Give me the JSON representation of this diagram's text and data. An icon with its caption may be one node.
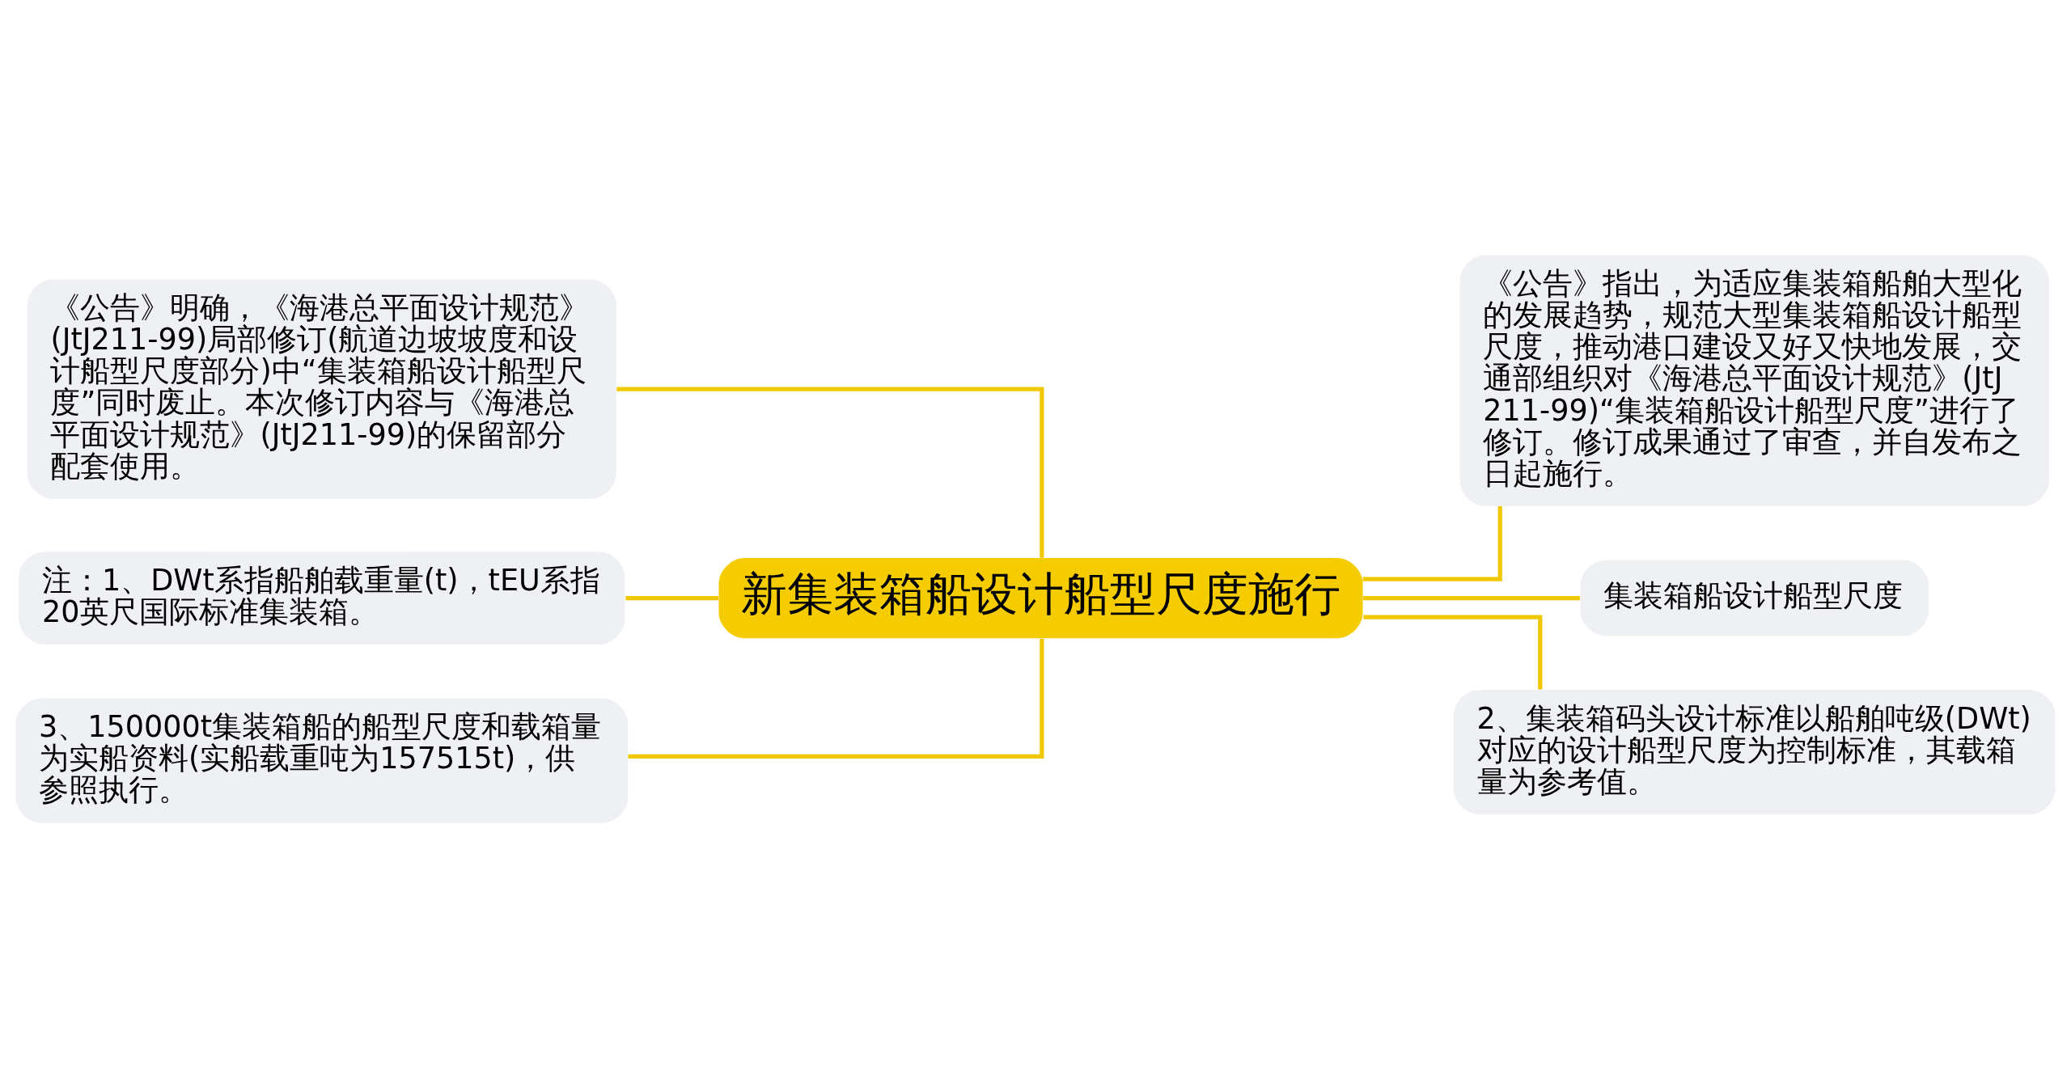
{
  "diagram": {
    "nodes": [
      {
        "text": [
          "新集装箱船设计船型尺度施行"
        ]
      },
      {
        "text": [
          "《公告》明确，《海港总平面设计规范》(JtJ211-99)局部修订(航道边坡坡度和设计船型尺度部分)中“集装箱船设计船型尺度”同时废止。本次修订内容与《海港总平面设计规范》(JtJ211-99)的保留部分配套使用。"
        ]
      },
      {
        "text": [
          "注：1、DWt系指船舶载重量(t)，tEU系指20英尺国际标准集装箱。"
        ]
      },
      {
        "text": [
          "3、150000t集装箱船的船型尺度和载箱量为实船资料(实船载重吨为157515t)，供参照执行。"
        ]
      },
      {
        "text": [
          "《公告》指出，为适应集装箱船舶大型化的发展趋势，规范大型集装箱船设计船型尺度，推动港口建设又好又快地发展，交通部组织对《海港总平面设计规范》(JtJ211-99)“集装箱船设计船型尺度”进行了修订。修订成果通过了审查，并自发布之日起施行。"
        ]
      },
      {
        "text": [
          "集装箱船设计船型尺度"
        ]
      },
      {
        "text": [
          "2、集装箱码头设计标准以船舶吨级(DWt)对应的设计船型尺度为控制标准，其载箱量为参考值。"
        ]
      }
    ],
    "edges": [
      {
        "from": 0,
        "to": 1,
        "arrow": "none"
      },
      {
        "from": 0,
        "to": 2,
        "arrow": "none"
      },
      {
        "from": 0,
        "to": 3,
        "arrow": "none"
      },
      {
        "from": 0,
        "to": 4,
        "arrow": "none"
      },
      {
        "from": 0,
        "to": 5,
        "arrow": "none"
      },
      {
        "from": 0,
        "to": 6,
        "arrow": "none"
      }
    ]
  }
}
